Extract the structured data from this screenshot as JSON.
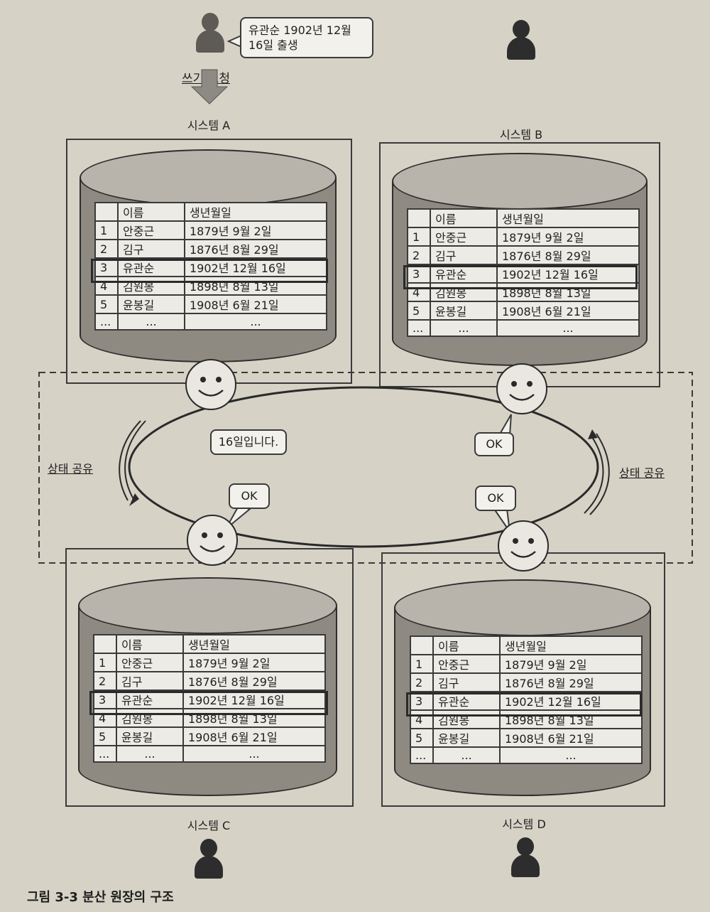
{
  "write_request": {
    "bubble_line1": "유관순 1902년 12월",
    "bubble_line2": "16일 출생",
    "arrow_label": "쓰기 요청"
  },
  "systems": [
    {
      "label": "시스템 A"
    },
    {
      "label": "시스템 B"
    },
    {
      "label": "시스템 C"
    },
    {
      "label": "시스템 D"
    }
  ],
  "table": {
    "headers": [
      "",
      "이름",
      "생년월일"
    ],
    "rows": [
      [
        "1",
        "안중근",
        "1879년 9월 2일"
      ],
      [
        "2",
        "김구",
        "1876년 8월 29일"
      ],
      [
        "3",
        "유관순",
        "1902년 12월 16일"
      ],
      [
        "4",
        "김원봉",
        "1898년 8월 13일"
      ],
      [
        "5",
        "윤봉길",
        "1908년 6월 21일"
      ],
      [
        "...",
        "...",
        "..."
      ]
    ]
  },
  "consensus": {
    "message": "16일입니다.",
    "ok_label": "OK",
    "share_left": "상태 공유",
    "share_right": "상태 공유"
  },
  "figure_caption": "그림 3-3 분산 원장의 구조"
}
